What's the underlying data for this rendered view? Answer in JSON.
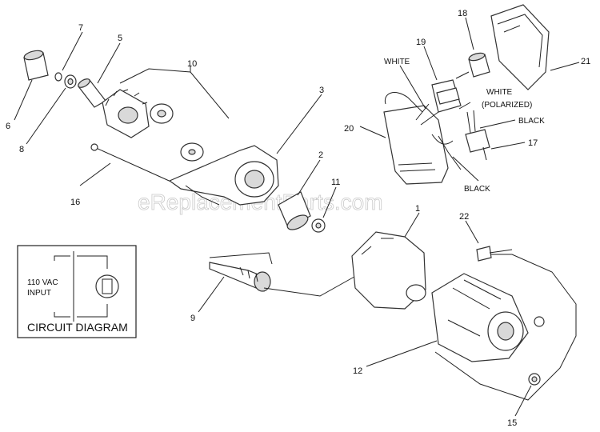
{
  "watermark": "eReplacementParts.com",
  "callouts": [
    {
      "id": "1",
      "text": "1"
    },
    {
      "id": "2",
      "text": "2"
    },
    {
      "id": "3",
      "text": "3"
    },
    {
      "id": "5",
      "text": "5"
    },
    {
      "id": "6",
      "text": "6"
    },
    {
      "id": "7",
      "text": "7"
    },
    {
      "id": "8",
      "text": "8"
    },
    {
      "id": "9",
      "text": "9"
    },
    {
      "id": "10",
      "text": "10"
    },
    {
      "id": "11",
      "text": "11"
    },
    {
      "id": "12",
      "text": "12"
    },
    {
      "id": "15",
      "text": "15"
    },
    {
      "id": "16",
      "text": "16"
    },
    {
      "id": "17",
      "text": "17"
    },
    {
      "id": "18",
      "text": "18"
    },
    {
      "id": "19",
      "text": "19"
    },
    {
      "id": "20",
      "text": "20"
    },
    {
      "id": "21",
      "text": "21"
    },
    {
      "id": "22",
      "text": "22"
    }
  ],
  "wire_labels": {
    "white": "WHITE",
    "white_polarized_1": "WHITE",
    "white_polarized_2": "(POLARIZED)",
    "black_upper": "BLACK",
    "black_lower": "BLACK"
  },
  "circuit": {
    "input_line1": "110 VAC",
    "input_line2": "INPUT",
    "title": "CIRCUIT DIAGRAM"
  }
}
